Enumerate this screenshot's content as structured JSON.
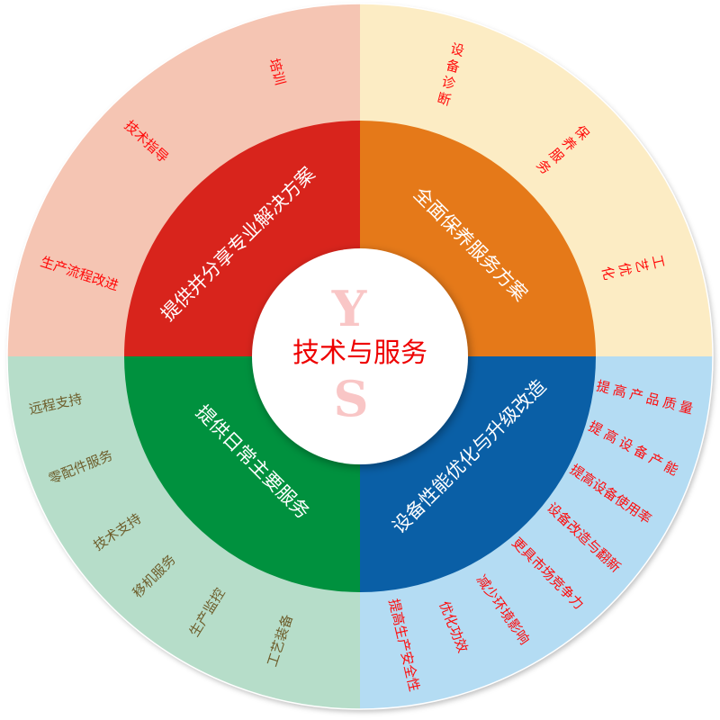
{
  "center": {
    "title": "技术与服务",
    "letter_top": "Y",
    "letter_bottom": "S"
  },
  "colors": {
    "outer_top_left": "#f5c5b3",
    "outer_top_right": "#fcecc4",
    "outer_bottom_right": "#b4dcf3",
    "outer_bottom_left": "#b6ddc9",
    "inner_top_left": "#d8241c",
    "inner_top_right": "#e57919",
    "inner_bottom_right": "#0a5fa6",
    "inner_bottom_left": "#00913e"
  },
  "quadrants": {
    "top_left": {
      "title": "提供并分享专业解决方案",
      "items": [
        "培训",
        "技术指导",
        "生产流程改进"
      ]
    },
    "top_right": {
      "title": "全面保养服务方案",
      "items": [
        "设备诊断",
        "保养服务",
        "工艺优化"
      ]
    },
    "bottom_right": {
      "title": "设备性能优化与升级改造",
      "items": [
        "提高产品质量",
        "提高设备产能",
        "提高设备使用率",
        "设备改造与翻新",
        "更具市场竞争力",
        "减少环境影响",
        "优化功效",
        "提高生产安全性"
      ]
    },
    "bottom_left": {
      "title": "提供日常主要服务",
      "items": [
        "远程支持",
        "零配件服务",
        "技术支持",
        "移机服务",
        "生产监控",
        "工艺装备"
      ]
    }
  }
}
